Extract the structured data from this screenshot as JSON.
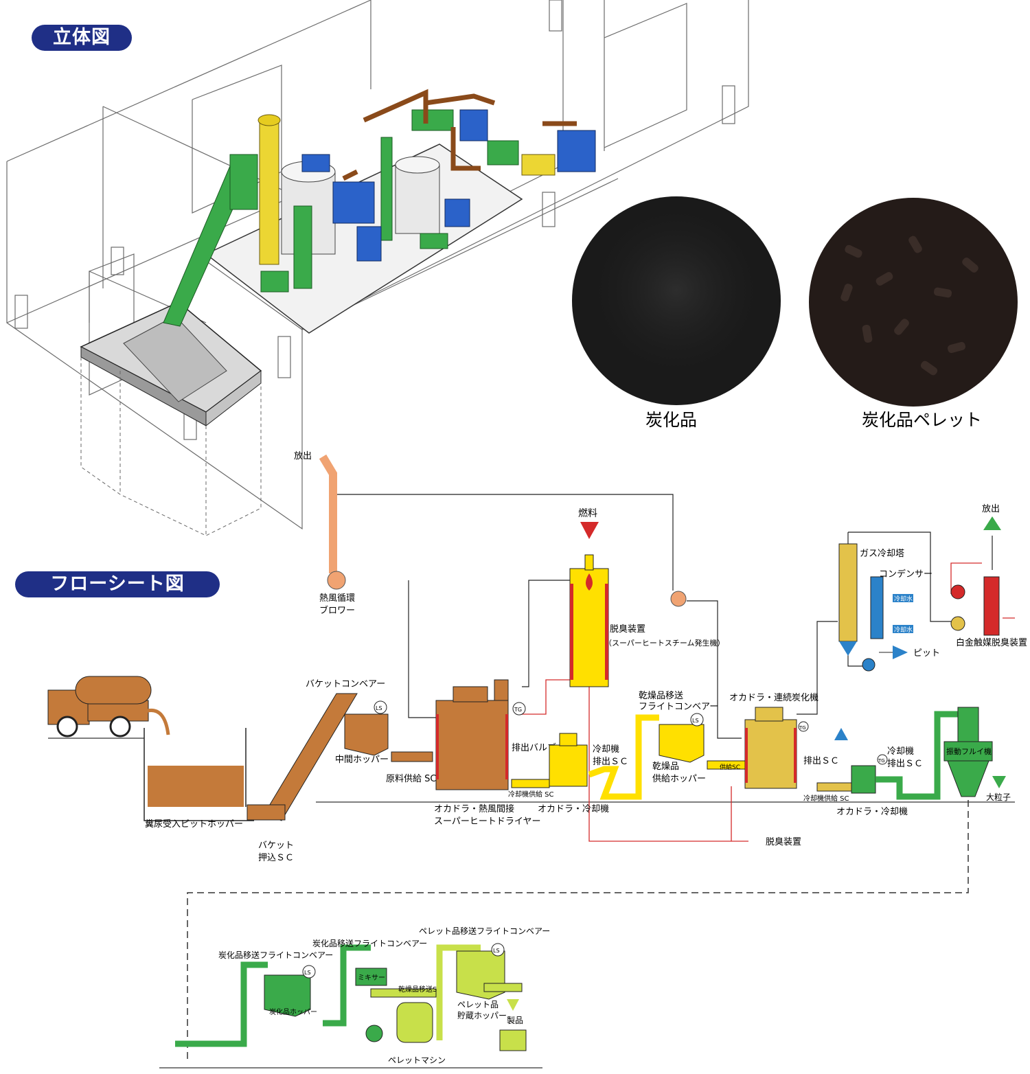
{
  "sections": {
    "iso_title": "立体図",
    "flow_title": "フローシート図"
  },
  "photos": {
    "carbonized_caption": "炭化品",
    "pellet_caption": "炭化品ペレット"
  },
  "flow_labels": {
    "release_top": "放出",
    "hot_air_blower_1": "熱風循環",
    "hot_air_blower_2": "ブロワー",
    "fuel": "燃料",
    "deodorizer_1": "脱臭装置",
    "deodorizer_2": "（スーパーヒートスチーム発生機）",
    "gas_cooling_tower": "ガス冷却塔",
    "condenser": "コンデンサー",
    "cooling_water_1": "冷却水",
    "cooling_water_2": "冷却水",
    "pit": "ピット",
    "release_right": "放出",
    "pt_catalyst": "白金触媒脱臭装置",
    "bucket_conveyor": "バケットコンベアー",
    "middle_hopper": "中間ホッパー",
    "material_sc": "原料供給 SC",
    "ls_1": "LS",
    "tg_1": "TG",
    "discharge_valve": "排出バルブ",
    "cooler_discharge_sc_1": "冷却機",
    "cooler_discharge_sc_2": "排出ＳＣ",
    "cooler_feed_sc_1": "冷却機供給 SC",
    "okadora_dryer_1": "オカドラ・熱風間接",
    "okadora_dryer_2": "スーパーヒートドライヤー",
    "okadora_cooler_1": "オカドラ・冷却機",
    "night_soil_pit": "糞尿受入ピットホッパー",
    "bucket_push_sc_1": "バケット",
    "bucket_push_sc_2": "押込ＳＣ",
    "dried_transfer_1": "乾燥品移送",
    "dried_transfer_2": "フライトコンベアー",
    "ls_2": "LS",
    "dried_hopper_1": "乾燥品",
    "dried_hopper_2": "供給ホッパー",
    "feed_sc_small": "供給SC",
    "continuous_carbonizer": "オカドラ・連続炭化機",
    "tg_2": "TG",
    "discharge_sc": "排出ＳＣ",
    "cooler_feed_sc_2": "冷却機供給 SC",
    "cooler_discharge_sc_3": "冷却機",
    "cooler_discharge_sc_4": "排出ＳＣ",
    "tg_3": "TG",
    "okadora_cooler_2": "オカドラ・冷却機",
    "vibrating_sieve": "振動フルイ機",
    "large_particle": "大粒子",
    "deodorizer_bottom": "脱臭装置",
    "carbon_flight_conveyor_1": "炭化品移送フライトコンベアー",
    "carbon_flight_conveyor_2": "炭化品移送フライトコンベアー",
    "pellet_flight_conveyor": "ペレット品移送フライトコンベアー",
    "ls_3": "LS",
    "ls_4": "LS",
    "carbon_hopper": "炭化品ホッパー",
    "mixer": "ミキサー",
    "dried_transfer_sc": "乾燥品移送SC",
    "pellet_hopper_1": "ペレット品",
    "pellet_hopper_2": "貯蔵ホッパー",
    "product": "製品",
    "pellet_machine": "ペレットマシン"
  },
  "colors": {
    "brown": "#c47a3a",
    "orange": "#f0a372",
    "yellow": "#ffe000",
    "gold": "#e3c24a",
    "green": "#3aaa4a",
    "lightgreen": "#c8e04a",
    "blue": "#2b82c9",
    "red": "#d42a2a",
    "navy": "#1f2f86"
  }
}
